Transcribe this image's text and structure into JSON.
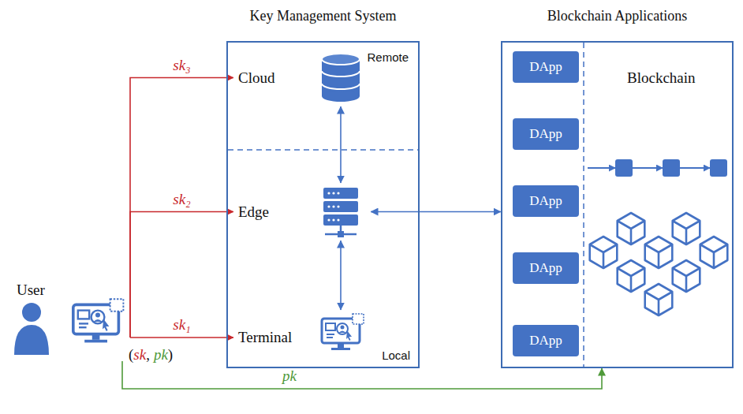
{
  "diagram": {
    "nodes": [
      {
        "text": [
          "Key Management System",
          "Remote",
          "Local"
        ]
      },
      {
        "text": [
          "Cloud"
        ],
        "in": 0
      },
      {
        "text": [
          "Edge"
        ],
        "in": 0
      },
      {
        "text": [
          "Terminal"
        ],
        "in": 0
      },
      {
        "text": [
          "Blockchain Applications",
          "Blockchain"
        ]
      },
      {
        "text": [
          "DApp"
        ],
        "in": 4
      },
      {
        "text": [
          "DApp"
        ],
        "in": 4
      },
      {
        "text": [
          "DApp"
        ],
        "in": 4
      },
      {
        "text": [
          "DApp"
        ],
        "in": 4
      },
      {
        "text": [
          "DApp"
        ],
        "in": 4
      },
      {
        "text": [
          "User"
        ]
      }
    ],
    "edges": [
      {
        "from": 10,
        "to": 1,
        "arrow": "to",
        "label": "sk₃"
      },
      {
        "from": 10,
        "to": 2,
        "arrow": "to",
        "label": "sk₂"
      },
      {
        "from": 10,
        "to": 3,
        "arrow": "to",
        "label": "sk₁"
      },
      {
        "from": 1,
        "to": 2,
        "arrow": "both"
      },
      {
        "from": 2,
        "to": 3,
        "arrow": "both"
      },
      {
        "from": 2,
        "to": 4,
        "arrow": "both"
      },
      {
        "from": 10,
        "to": 4,
        "arrow": "to",
        "label": "pk"
      }
    ],
    "labels": [
      "(",
      "sk",
      ",",
      "pk",
      ")"
    ]
  }
}
